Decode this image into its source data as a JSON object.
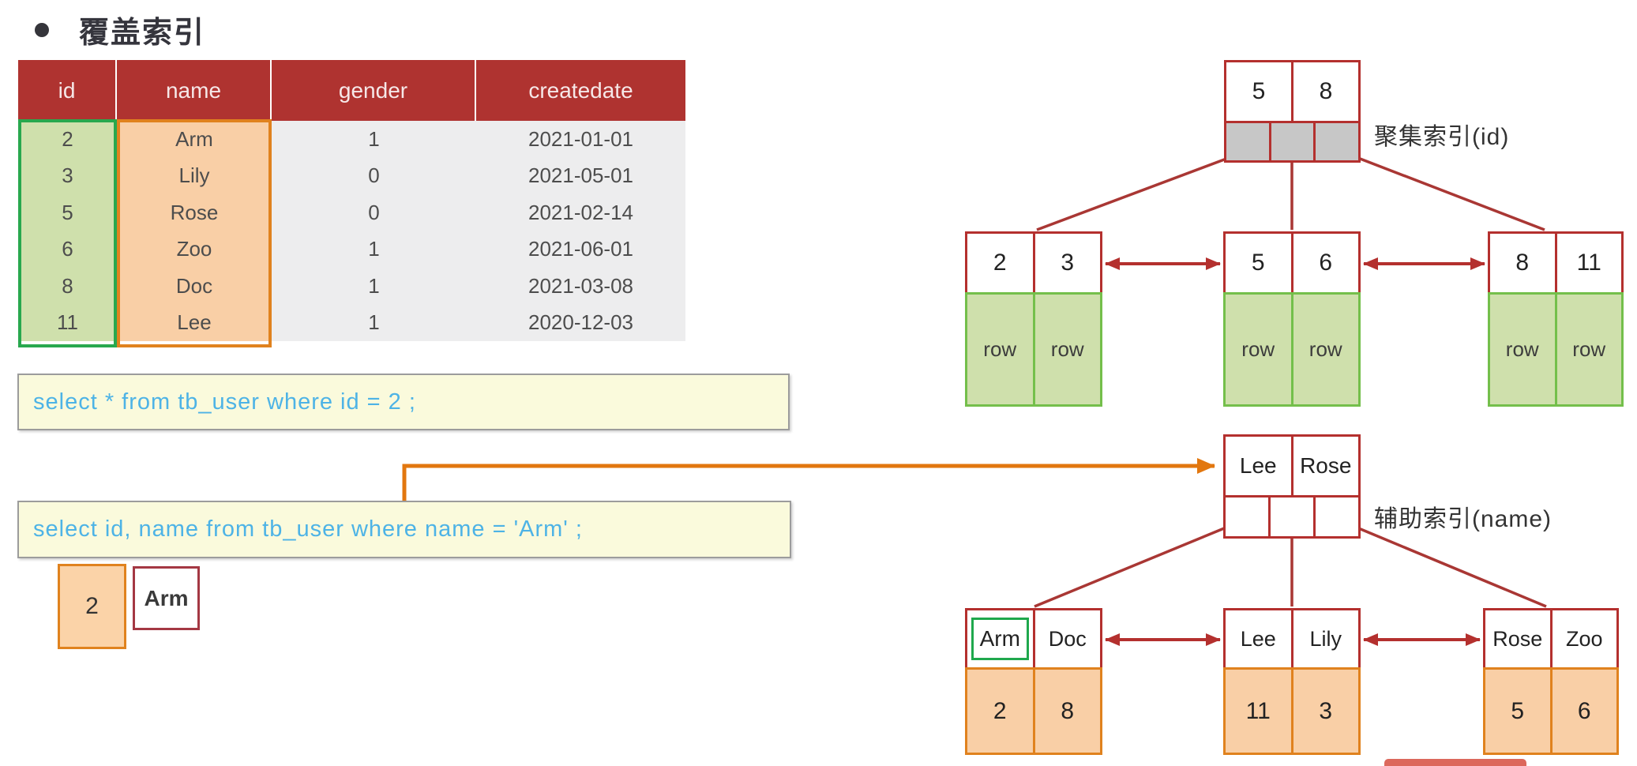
{
  "title": {
    "text": "覆盖索引"
  },
  "table": {
    "columns": [
      "id",
      "name",
      "gender",
      "createdate"
    ],
    "rows": [
      [
        "2",
        "Arm",
        "1",
        "2021-01-01"
      ],
      [
        "3",
        "Lily",
        "0",
        "2021-05-01"
      ],
      [
        "5",
        "Rose",
        "0",
        "2021-02-14"
      ],
      [
        "6",
        "Zoo",
        "1",
        "2021-06-01"
      ],
      [
        "8",
        "Doc",
        "1",
        "2021-03-08"
      ],
      [
        "11",
        "Lee",
        "1",
        "2020-12-03"
      ]
    ]
  },
  "sql_box_1": {
    "text": "select * from tb_user where id = 2 ;"
  },
  "sql_box_2": {
    "text": "select id, name from tb_user where name = 'Arm' ;"
  },
  "result": {
    "id": "2",
    "name": "Arm"
  },
  "clustered_index": {
    "label": "聚集索引(id)",
    "root": {
      "keys": [
        "5",
        "8"
      ]
    },
    "leaves": [
      {
        "keys": [
          "2",
          "3"
        ],
        "values": [
          "row",
          "row"
        ]
      },
      {
        "keys": [
          "5",
          "6"
        ],
        "values": [
          "row",
          "row"
        ]
      },
      {
        "keys": [
          "8",
          "11"
        ],
        "values": [
          "row",
          "row"
        ]
      }
    ]
  },
  "secondary_index": {
    "label": "辅助索引(name)",
    "root": {
      "keys": [
        "Lee",
        "Rose"
      ]
    },
    "leaves": [
      {
        "keys": [
          "Arm",
          "Doc"
        ],
        "values": [
          "2",
          "8"
        ],
        "highlighted_key": "Arm"
      },
      {
        "keys": [
          "Lee",
          "Lily"
        ],
        "values": [
          "11",
          "3"
        ]
      },
      {
        "keys": [
          "Rose",
          "Zoo"
        ],
        "values": [
          "5",
          "6"
        ]
      }
    ]
  },
  "colors": {
    "header_red": "#af3330",
    "tree_red": "#b4302e",
    "table_green_border": "#28a84e",
    "table_green_fill": "#cfe0ac",
    "row_green_border": "#74bf4b",
    "orange_fill": "#f9cfa6",
    "orange_border": "#e0821e",
    "pointer_gray": "#c7c7c7",
    "sql_bg": "#fafadc",
    "sql_text": "#4db3e6",
    "arrow_orange": "#e2770f",
    "highlight_green": "#1fa84d"
  }
}
